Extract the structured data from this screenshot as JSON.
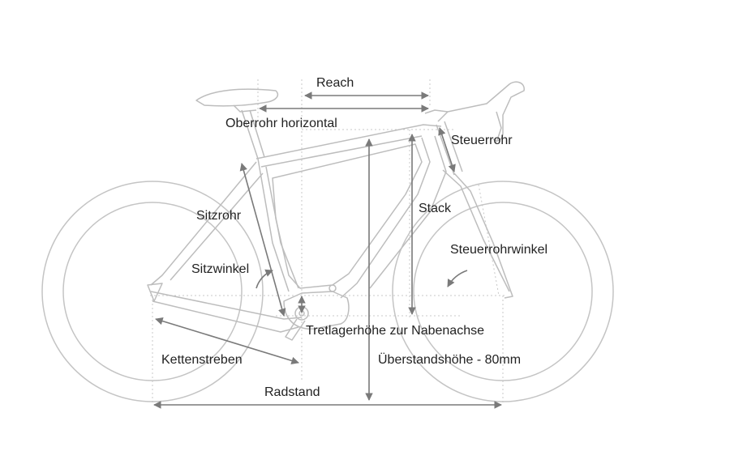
{
  "colors": {
    "frame_line": "#c4c4c4",
    "guide_line": "#c8c8c8",
    "arrow": "#7a7a7a",
    "label": "#222222",
    "background": "#ffffff"
  },
  "labels": {
    "reach": "Reach",
    "top_tube_horizontal": "Oberrohr horizontal",
    "head_tube": "Steuerrohr",
    "seat_tube": "Sitzrohr",
    "stack": "Stack",
    "seat_angle": "Sitzwinkel",
    "head_tube_angle": "Steuerrohrwinkel",
    "bb_height": "Tretlagerhöhe zur Nabenachse",
    "chainstays": "Kettenstreben",
    "standover": "Überstandshöhe - 80mm",
    "wheelbase": "Radstand"
  }
}
